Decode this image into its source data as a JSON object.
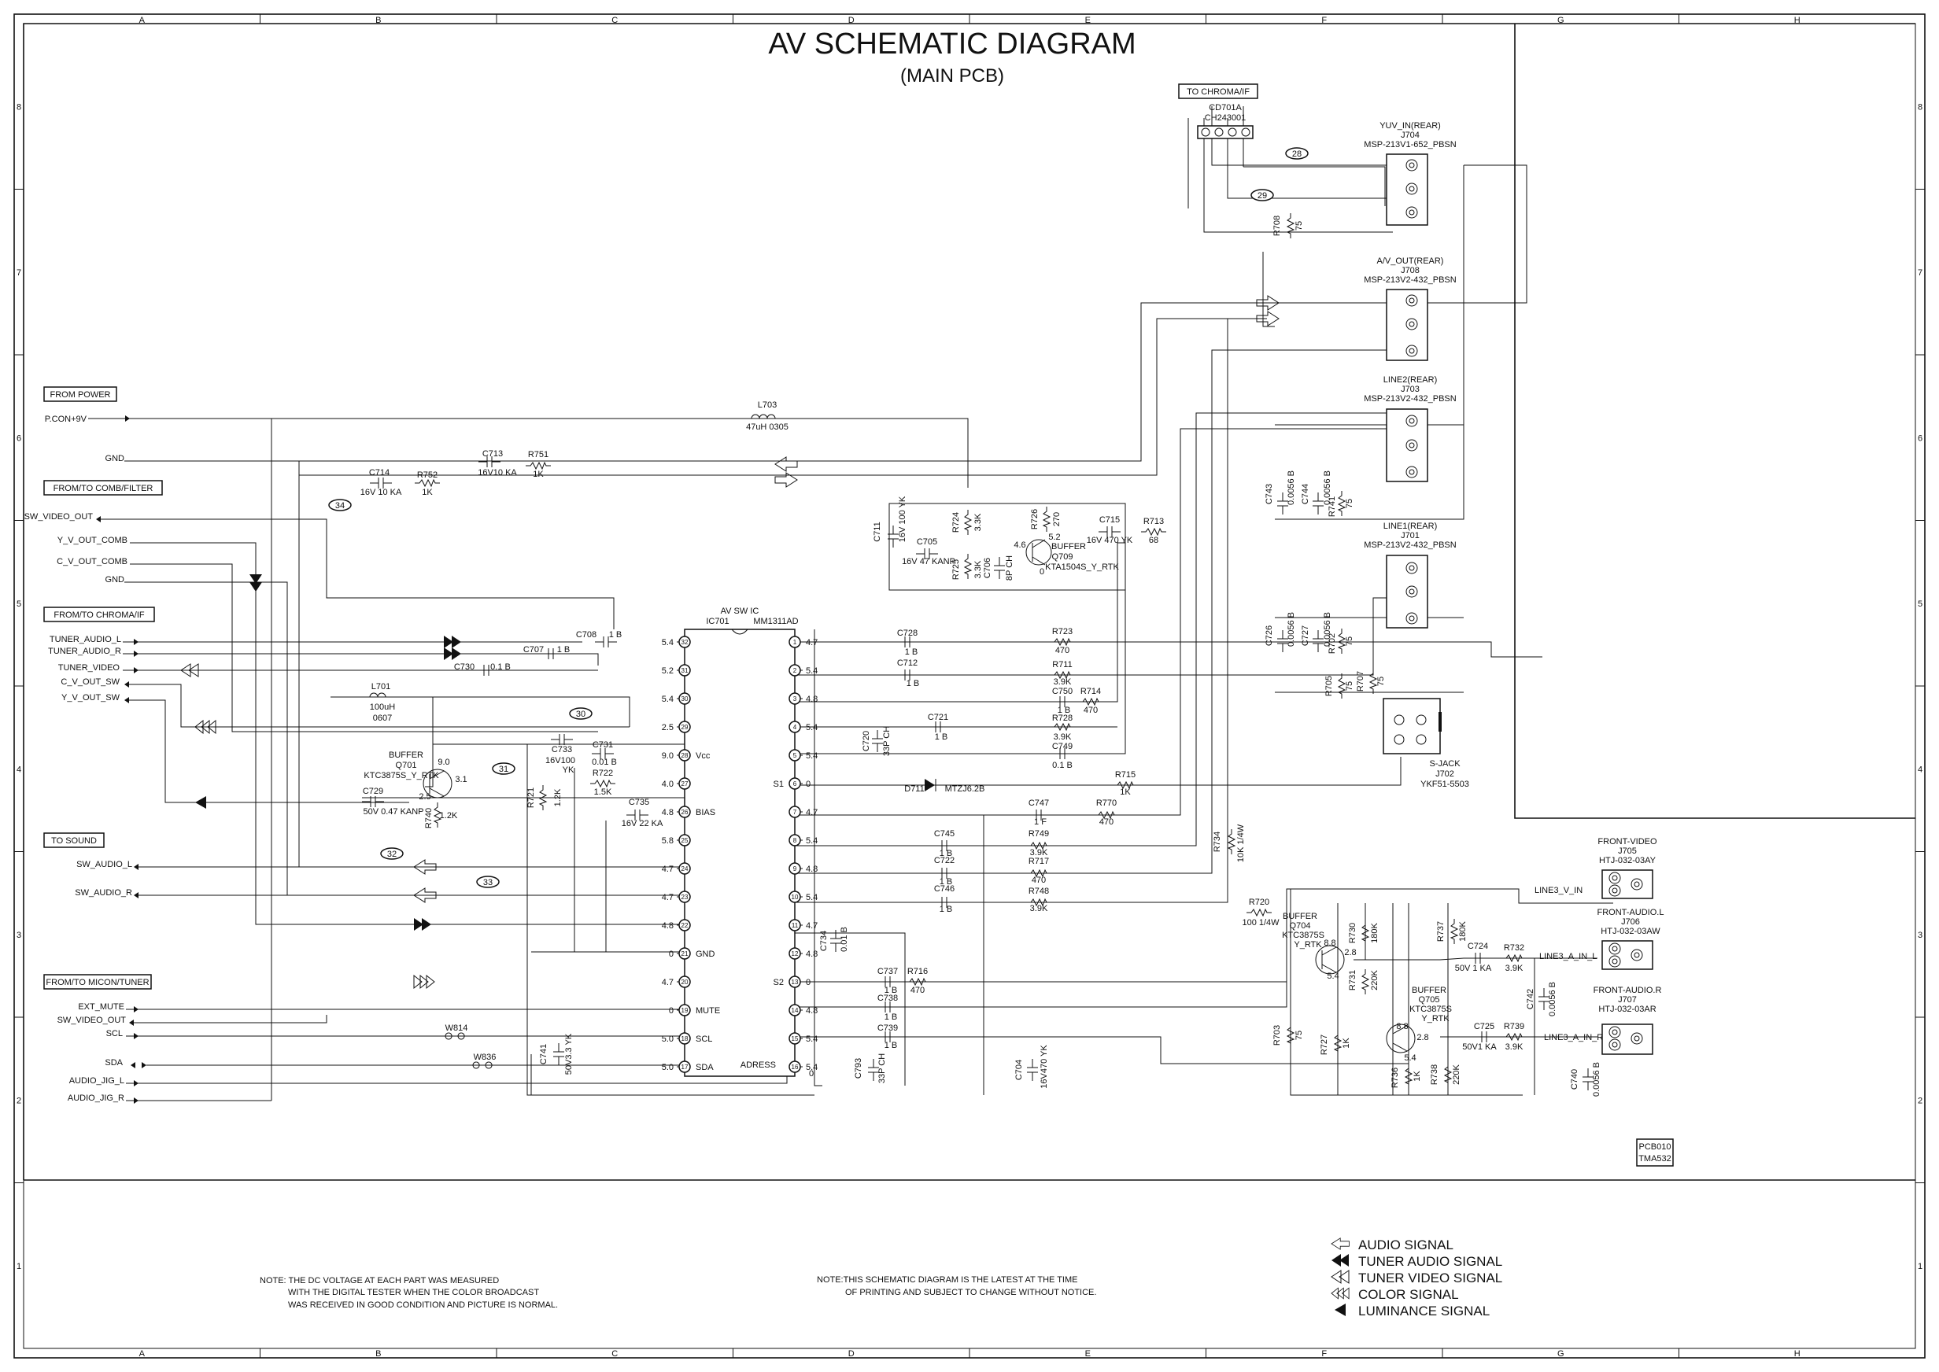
{
  "title": "AV SCHEMATIC DIAGRAM",
  "subtitle": "(MAIN PCB)",
  "grid": {
    "columns": [
      "A",
      "B",
      "C",
      "D",
      "E",
      "F",
      "G",
      "H"
    ],
    "rows": [
      "8",
      "7",
      "6",
      "5",
      "4",
      "3",
      "2",
      "1"
    ]
  },
  "group_headers": {
    "from_power": "FROM POWER",
    "comb_filter": "FROM/TO COMB/FILTER",
    "chroma_if": "FROM/TO CHROMA/IF",
    "to_sound": "TO SOUND",
    "micon_tuner": "FROM/TO MICON/TUNER",
    "to_chroma_if": "TO CHROMA/IF"
  },
  "left_signals": {
    "pcon": "P.CON+9V",
    "gnd1": "GND",
    "sw_video_out": "SW_VIDEO_OUT",
    "y_v_out_comb": "Y_V_OUT_COMB",
    "c_v_out_comb": "C_V_OUT_COMB",
    "gnd2": "GND",
    "tuner_audio_l": "TUNER_AUDIO_L",
    "tuner_audio_r": "TUNER_AUDIO_R",
    "tuner_video": "TUNER_VIDEO",
    "c_v_out_sw": "C_V_OUT_SW",
    "y_v_out_sw": "Y_V_OUT_SW",
    "sw_audio_l": "SW_AUDIO_L",
    "sw_audio_r": "SW_AUDIO_R",
    "ext_mute": "EXT_MUTE",
    "sw_video_out2": "SW_VIDEO_OUT",
    "scl": "SCL",
    "sda": "SDA",
    "audio_jig_l": "AUDIO_JIG_L",
    "audio_jig_r": "AUDIO_JIG_R"
  },
  "ic": {
    "title": "AV SW IC",
    "ref": "IC701",
    "part": "MM1311AD",
    "left_pins": [
      {
        "pin": "32",
        "v": "5.4"
      },
      {
        "pin": "31",
        "v": "5.2"
      },
      {
        "pin": "30",
        "v": "5.4"
      },
      {
        "pin": "29",
        "v": "2.5"
      },
      {
        "pin": "28",
        "v": "9.0",
        "name": "Vcc"
      },
      {
        "pin": "27",
        "v": "4.0"
      },
      {
        "pin": "26",
        "v": "4.8",
        "name": "BIAS"
      },
      {
        "pin": "25",
        "v": "5.8"
      },
      {
        "pin": "24",
        "v": "4.7"
      },
      {
        "pin": "23",
        "v": "4.7"
      },
      {
        "pin": "22",
        "v": "4.8"
      },
      {
        "pin": "21",
        "v": "0",
        "name": "GND"
      },
      {
        "pin": "20",
        "v": "4.7"
      },
      {
        "pin": "19",
        "v": "0",
        "name": "MUTE"
      },
      {
        "pin": "18",
        "v": "5.0",
        "name": "SCL"
      },
      {
        "pin": "17",
        "v": "5.0",
        "name": "SDA"
      }
    ],
    "right_pins": [
      {
        "pin": "1",
        "v": "4.7"
      },
      {
        "pin": "2",
        "v": "5.4"
      },
      {
        "pin": "3",
        "v": "4.8"
      },
      {
        "pin": "4",
        "v": "5.4"
      },
      {
        "pin": "5",
        "v": "5.4"
      },
      {
        "pin": "6",
        "v": "0",
        "name": "S1"
      },
      {
        "pin": "7",
        "v": "4.7"
      },
      {
        "pin": "8",
        "v": "5.4"
      },
      {
        "pin": "9",
        "v": "4.8"
      },
      {
        "pin": "10",
        "v": "5.4"
      },
      {
        "pin": "11",
        "v": "4.7"
      },
      {
        "pin": "12",
        "v": "4.8"
      },
      {
        "pin": "13",
        "v": "0",
        "name": "S2"
      },
      {
        "pin": "14",
        "v": "4.8"
      },
      {
        "pin": "15",
        "v": "5.4"
      },
      {
        "pin": "16",
        "v": "5.4"
      }
    ],
    "adress": "ADRESS",
    "adress_v": "0"
  },
  "components": {
    "l703": "L703",
    "l703_v": "47uH  0305",
    "c713": "C713",
    "c713_v": "16V10  KA",
    "r751": "R751",
    "r751_v": "1K",
    "c714": "C714",
    "c714_v": "16V 10  KA",
    "r752": "R752",
    "r752_v": "1K",
    "c708": "C708",
    "c708_v": "1  B",
    "c707": "C707",
    "c707_v": "1  B",
    "c730": "C730",
    "c730_v": "0.1   B",
    "l701": "L701",
    "l701_v1": "100uH",
    "l701_v2": "0607",
    "c733": "C733",
    "c733_v1": "16V100",
    "c733_v2": "YK",
    "c731": "C731",
    "c731_v": "0.01 B",
    "r722": "R722",
    "r722_v": "1.5K",
    "c735": "C735",
    "c735_v": "16V  22  KA",
    "q701_t": "BUFFER",
    "q701": "Q701",
    "q701_p": "KTC3875S_Y_RTK",
    "q701_v1": "9.0",
    "q701_v2": "3.1",
    "q701_v3": "2.5",
    "c729": "C729",
    "c729_v": "50V   0.47  KANP",
    "r740": "R740",
    "r740_v": "1.2K",
    "r721": "R721",
    "r721_v": "1.2K",
    "c741": "C741",
    "c741_v": "50V3.3  YK",
    "w814": "W814",
    "w836": "W836",
    "c711": "C711",
    "c711_v": "16V 100  YK",
    "c705": "C705",
    "c705_v": "16V   47  KANP",
    "r724": "R724",
    "r724_v": "3.3K",
    "r725": "R725",
    "r725_v": "3.3K",
    "c706": "C706",
    "c706_v": "8P CH",
    "r726": "R726",
    "r726_v": "270",
    "q709_t": "BUFFER",
    "q709": "Q709",
    "q709_p": "KTA1504S_Y_RTK",
    "q709_v1": "5.2",
    "q709_v2": "4.6",
    "q709_v3": "0",
    "c715": "C715",
    "c715_v": "16V 470  YK",
    "r713": "R713",
    "r713_v": "68",
    "c728": "C728",
    "c728_v": "1   B",
    "c712": "C712",
    "c712_v": "1     B",
    "c720": "C720",
    "c720_v": "33P CH",
    "c721": "C721",
    "c721_v": "1     B",
    "r723": "R723",
    "r723_v": "470",
    "r711": "R711",
    "r711_v": "3.9K",
    "c750": "C750",
    "c750_v": "1    B",
    "r714": "R714",
    "r714_v": "470",
    "r728": "R728",
    "r728_v": "3.9K",
    "c749": "C749",
    "c749_v": "0.1   B",
    "r715": "R715",
    "r715_v": "1K",
    "d711": "D711",
    "d711_v": "MTZJ6.2B",
    "c747": "C747",
    "c747_v": "1     F",
    "r770": "R770",
    "r770_v": "470",
    "c745": "C745",
    "c745_v": "1    B",
    "r749": "R749",
    "r749_v": "3.9K",
    "c722": "C722",
    "c722_v": "1    B",
    "r717": "R717",
    "r717_v": "470",
    "c746": "C746",
    "c746_v": "1    B",
    "r748": "R748",
    "r748_v": "3.9K",
    "c734": "C734",
    "c734_v": "0.01 B",
    "c737": "C737",
    "c737_v": "1    B",
    "r716": "R716",
    "r716_v": "470",
    "c738": "C738",
    "c738_v": "1    B",
    "c739": "C739",
    "c739_v": "1    B",
    "c793": "C793",
    "c793_v": "33P  CH",
    "c704": "C704",
    "c704_v": "16V470  YK",
    "r734": "R734",
    "r734_v": "10K   1/4W",
    "r720": "R720",
    "r720_v": "100   1/4W",
    "q704_t": "BUFFER",
    "q704": "Q704",
    "q704_p1": "KTC3875S",
    "q704_p2": "Y_RTK",
    "q704_v1": "8.8",
    "q704_v2": "2.8",
    "q704_v3": "5.4",
    "r730": "R730",
    "r730_v": "180K",
    "r731": "R731",
    "r731_v": "220K",
    "r703": "R703",
    "r703_v": "75",
    "r727": "R727",
    "r727_v": "1K",
    "r737": "R737",
    "r737_v": "180K",
    "c724": "C724",
    "c724_v": "50V   1  KA",
    "r732": "R732",
    "r732_v": "3.9K",
    "q705_t": "BUFFER",
    "q705": "Q705",
    "q705_p1": "KTC3875S",
    "q705_p2": "Y_RTK",
    "q705_v1": "8.8",
    "q705_v2": "2.8",
    "q705_v3": "5.4",
    "c725": "C725",
    "c725_v": "50V1  KA",
    "r739": "R739",
    "r739_v": "3.9K",
    "r736": "R736",
    "r736_v": "1K",
    "r738": "R738",
    "r738_v": "220K",
    "c742": "C742",
    "c742_v": "0.0056  B",
    "c740": "C740",
    "c740_v": "0.0056  B",
    "r708": "R708",
    "r708_v": "75",
    "c743": "C743",
    "c743_v": "0.0056  B",
    "c744": "C744",
    "c744_v": "0.0056  B",
    "r741": "R741",
    "r741_v": "75",
    "c726": "C726",
    "c726_v": "0.0056  B",
    "c727": "C727",
    "c727_v": "0.0056  B",
    "r702": "R702",
    "r702_v": "75",
    "r705": "R705",
    "r705_v": "75",
    "r707": "R707",
    "r707_v": "75"
  },
  "connectors": {
    "cd701_ref": "CD701A",
    "cd701_part": "CH243001",
    "callouts": [
      "28",
      "29",
      "30",
      "31",
      "32",
      "33",
      "34"
    ],
    "j704_name": "YUV_IN(REAR)",
    "j704_ref": "J704",
    "j704_part": "MSP-213V1-652_PBSN",
    "j708_name": "A/V_OUT(REAR)",
    "j708_ref": "J708",
    "j708_part": "MSP-213V2-432_PBSN",
    "j703_name": "LINE2(REAR)",
    "j703_ref": "J703",
    "j703_part": "MSP-213V2-432_PBSN",
    "j701_name": "LINE1(REAR)",
    "j701_ref": "J701",
    "j701_part": "MSP-213V2-432_PBSN",
    "j702_name": "S-JACK",
    "j702_ref": "J702",
    "j702_part": "YKF51-5503",
    "j705_name": "FRONT-VIDEO",
    "j705_ref": "J705",
    "j705_part": "HTJ-032-03AY",
    "j706_name": "FRONT-AUDIO.L",
    "j706_ref": "J706",
    "j706_part": "HTJ-032-03AW",
    "j707_name": "FRONT-AUDIO.R",
    "j707_ref": "J707",
    "j707_part": "HTJ-032-03AR",
    "line3_v_in": "LINE3_V_IN",
    "line3_a_in_l": "LINE3_A_IN_L",
    "line3_a_in_r": "LINE3_A_IN_R"
  },
  "pcb_id": {
    "line1": "PCB010",
    "line2": "TMA532"
  },
  "legend": [
    {
      "name": "AUDIO SIGNAL",
      "icon": "hollow-arrow"
    },
    {
      "name": "TUNER AUDIO SIGNAL",
      "icon": "double-filled-arrow"
    },
    {
      "name": "TUNER VIDEO SIGNAL",
      "icon": "double-hollow-arrow"
    },
    {
      "name": "COLOR SIGNAL",
      "icon": "triple-hollow-arrow"
    },
    {
      "name": "LUMINANCE SIGNAL",
      "icon": "filled-arrow"
    }
  ],
  "notes": {
    "left_l1": "NOTE: THE DC VOLTAGE AT EACH PART WAS MEASURED",
    "left_l2": "WITH THE DIGITAL TESTER WHEN THE COLOR BROADCAST",
    "left_l3": "WAS RECEIVED IN GOOD CONDITION AND PICTURE IS NORMAL.",
    "mid_l1": "NOTE:THIS SCHEMATIC DIAGRAM IS THE LATEST AT THE TIME",
    "mid_l2": "OF PRINTING AND SUBJECT TO CHANGE WITHOUT NOTICE."
  }
}
